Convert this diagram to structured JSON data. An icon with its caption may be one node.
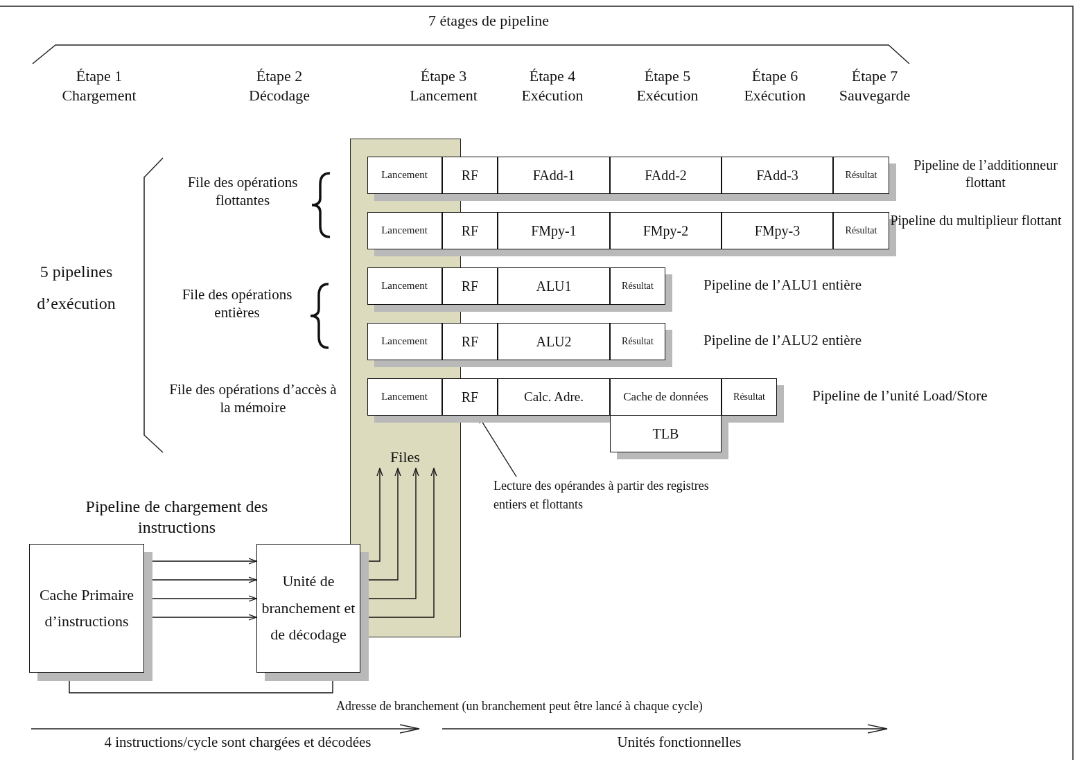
{
  "diagram": {
    "nodes": [
      {
        "text": [],
        "shape": "box"
      },
      {
        "text": [
          "Lancement"
        ],
        "in": 0
      },
      {
        "text": [
          "RF"
        ]
      },
      {
        "text": [
          "FAdd-1"
        ]
      },
      {
        "text": [
          "FAdd-2"
        ]
      },
      {
        "text": [
          "FAdd-3"
        ]
      },
      {
        "text": [
          "Résultat"
        ]
      },
      {
        "text": [
          "Lancement"
        ],
        "in": 0
      },
      {
        "text": [
          "RF"
        ]
      },
      {
        "text": [
          "FMpy-1"
        ]
      },
      {
        "text": [
          "FMpy-2"
        ]
      },
      {
        "text": [
          "FMpy-3"
        ]
      },
      {
        "text": [
          "Résultat"
        ]
      },
      {
        "text": [
          "Lancement"
        ],
        "in": 0
      },
      {
        "text": [
          "RF"
        ]
      },
      {
        "text": [
          "ALU1"
        ]
      },
      {
        "text": [
          "Résultat"
        ]
      },
      {
        "text": [
          "Lancement"
        ],
        "in": 0
      },
      {
        "text": [
          "RF"
        ]
      },
      {
        "text": [
          "ALU2"
        ]
      },
      {
        "text": [
          "Résultat"
        ]
      },
      {
        "text": [
          "Lancement"
        ],
        "in": 0
      },
      {
        "text": [
          "RF"
        ]
      },
      {
        "text": [
          "Calc. Adre."
        ]
      },
      {
        "text": [
          "Cache de données"
        ]
      },
      {
        "text": [
          "Résultat"
        ]
      },
      {
        "text": [
          "TLB"
        ]
      },
      {
        "text": [
          "Cache Primaire d’instructions"
        ]
      },
      {
        "text": [
          "Unité de branchement et de décodage"
        ]
      },
      {
        "text": [
          "Lecture des opérandes à partir des registres entiers et flottants"
        ]
      },
      {
        "text": [
          "Files"
        ],
        "in": 0
      }
    ],
    "edges": [
      {
        "from": 27,
        "to": 28,
        "arrow": "to"
      },
      {
        "from": 27,
        "to": 28,
        "arrow": "to"
      },
      {
        "from": 27,
        "to": 28,
        "arrow": "to"
      },
      {
        "from": 27,
        "to": 28,
        "arrow": "to"
      },
      {
        "from": 28,
        "to": 30,
        "arrow": "to"
      },
      {
        "from": 28,
        "to": 30,
        "arrow": "to"
      },
      {
        "from": 28,
        "to": 30,
        "arrow": "to"
      },
      {
        "from": 28,
        "to": 30,
        "arrow": "to"
      },
      {
        "from": 28,
        "to": 27,
        "arrow": "to",
        "label": "Adresse de branchement (un branchement peut être lancé à chaque cycle)"
      },
      {
        "from": 29,
        "to": 22,
        "arrow": "to"
      }
    ],
    "labels": [
      "7 étages de pipeline",
      "Étape 1 Chargement",
      "Étape 2 Décodage",
      "Étape 3 Lancement",
      "Étape 4 Exécution",
      "Étape 5 Exécution",
      "Étape 6 Exécution",
      "Étape 7 Sauvegarde",
      "Pipeline de l’additionneur flottant",
      "File des opérations flottantes",
      "Pipeline du multiplieur flottant",
      "5 pipelines d’exécution",
      "File des opérations entières",
      "Pipeline de l’ALU1 entière",
      "Pipeline de l’ALU2 entière",
      "File des opérations d’accès à la mémoire",
      "Pipeline de l’unité Load/Store",
      "Pipeline de chargement des instructions",
      "4 instructions/cycle sont chargées et décodées",
      "Unités fonctionnelles"
    ]
  }
}
